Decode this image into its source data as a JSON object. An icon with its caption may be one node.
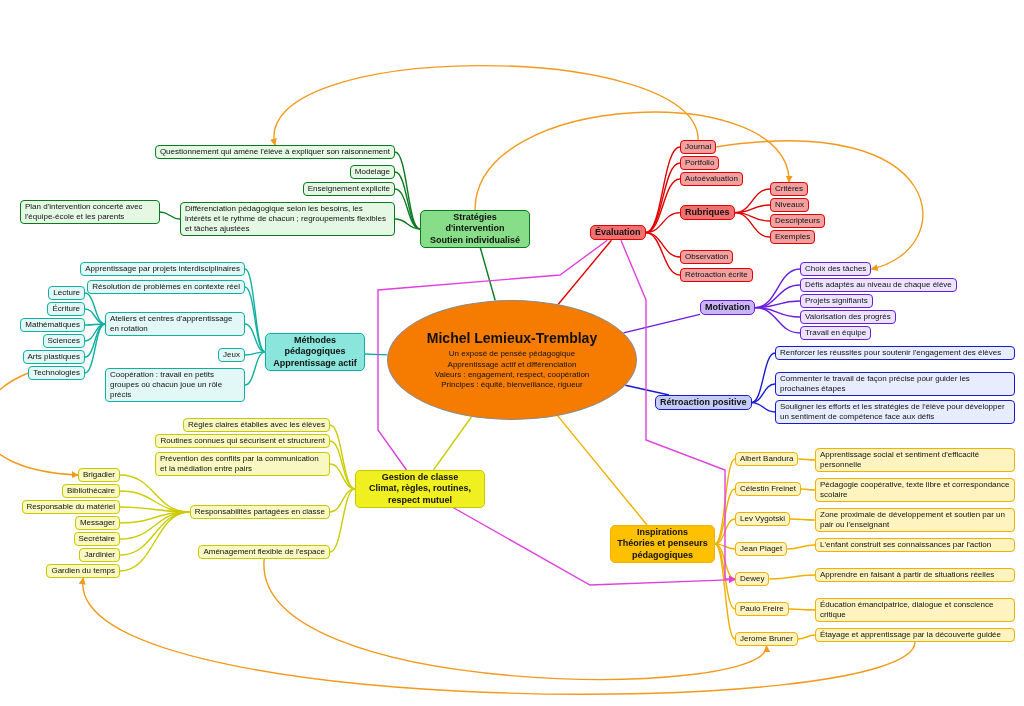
{
  "diagram": {
    "nodes": [
      {
        "text": [
          "Michel Lemieux-Tremblay",
          "Un exposé de pensée pédagogique",
          "Apprentissage actif et différenciation",
          "Valeurs : engagement, respect, coopération",
          "Principes : équité, bienveillance, rigueur"
        ]
      },
      {
        "text": [
          "Évaluation"
        ]
      },
      {
        "text": [
          "Journal"
        ]
      },
      {
        "text": [
          "Portfolio"
        ]
      },
      {
        "text": [
          "Autoévaluation"
        ]
      },
      {
        "text": [
          "Rubriques"
        ]
      },
      {
        "text": [
          "Critères"
        ]
      },
      {
        "text": [
          "Niveaux"
        ]
      },
      {
        "text": [
          "Descripteurs"
        ]
      },
      {
        "text": [
          "Exemples"
        ]
      },
      {
        "text": [
          "Observation"
        ]
      },
      {
        "text": [
          "Rétroaction écrite"
        ]
      },
      {
        "text": [
          "Motivation"
        ]
      },
      {
        "text": [
          "Choix des tâches"
        ]
      },
      {
        "text": [
          "Défis adaptés au niveau de chaque élève"
        ]
      },
      {
        "text": [
          "Projets signifiants"
        ]
      },
      {
        "text": [
          "Valorisation des progrès"
        ]
      },
      {
        "text": [
          "Travail en équipe"
        ]
      },
      {
        "text": [
          "Rétroaction positive"
        ]
      },
      {
        "text": [
          "Renforcer les réussites pour soutenir l'engagement des élèves"
        ]
      },
      {
        "text": [
          "Commenter le travail de façon précise pour guider les prochaines étapes"
        ]
      },
      {
        "text": [
          "Souligner les efforts et les stratégies de l'élève pour développer un sentiment de compétence face aux défis"
        ]
      },
      {
        "text": [
          "Inspirations",
          "Théories et penseurs pédagogiques"
        ]
      },
      {
        "text": [
          "Albert Bandura"
        ]
      },
      {
        "text": [
          "Apprentissage social et sentiment d'efficacité personnelle"
        ]
      },
      {
        "text": [
          "Célestin Freinet"
        ]
      },
      {
        "text": [
          "Pédagogie coopérative, texte libre et correspondance scolaire"
        ]
      },
      {
        "text": [
          "Lev Vygotski"
        ]
      },
      {
        "text": [
          "Zone proximale de développement et soutien par un pair ou l'enseignant"
        ]
      },
      {
        "text": [
          "Jean Piaget"
        ]
      },
      {
        "text": [
          "L'enfant construit ses connaissances par l'action"
        ]
      },
      {
        "text": [
          "Dewey"
        ]
      },
      {
        "text": [
          "Apprendre en faisant à partir de situations réelles"
        ]
      },
      {
        "text": [
          "Paulo Freire"
        ]
      },
      {
        "text": [
          "Éducation émancipatrice, dialogue et conscience critique"
        ]
      },
      {
        "text": [
          "Jerome Bruner"
        ]
      },
      {
        "text": [
          "Étayage et apprentissage par la découverte guidée"
        ]
      },
      {
        "text": [
          "Gestion de classe",
          "Climat, règles, routines, respect mutuel"
        ]
      },
      {
        "text": [
          "Règles claires établies avec les élèves"
        ]
      },
      {
        "text": [
          "Routines connues qui sécurisent et structurent"
        ]
      },
      {
        "text": [
          "Prévention des conflits par la communication et la médiation entre pairs"
        ]
      },
      {
        "text": [
          "Responsabilités partagées en classe"
        ]
      },
      {
        "text": [
          "Brigadier"
        ]
      },
      {
        "text": [
          "Bibliothécaire"
        ]
      },
      {
        "text": [
          "Responsable du matériel"
        ]
      },
      {
        "text": [
          "Messager"
        ]
      },
      {
        "text": [
          "Secrétaire"
        ]
      },
      {
        "text": [
          "Jardinier"
        ]
      },
      {
        "text": [
          "Gardien du temps"
        ]
      },
      {
        "text": [
          "Aménagement flexible de l'espace"
        ]
      },
      {
        "text": [
          "Stratégies d'intervention",
          "Soutien individualisé"
        ]
      },
      {
        "text": [
          "Questionnement qui amène l'élève à expliquer son raisonnement"
        ]
      },
      {
        "text": [
          "Modelage"
        ]
      },
      {
        "text": [
          "Enseignement explicite"
        ]
      },
      {
        "text": [
          "Différenciation pédagogique selon les besoins, les intérêts et le rythme de chacun ; regroupements flexibles et tâches ajustées"
        ]
      },
      {
        "text": [
          "Plan d'intervention concerté avec l'équipe-école et les parents"
        ]
      },
      {
        "text": [
          "Méthodes pédagogiques",
          "Apprentissage actif"
        ]
      },
      {
        "text": [
          "Apprentissage par projets interdisciplinaires"
        ]
      },
      {
        "text": [
          "Résolution de problèmes en contexte réel"
        ]
      },
      {
        "text": [
          "Ateliers et centres d'apprentissage en rotation"
        ]
      },
      {
        "text": [
          "Lecture"
        ]
      },
      {
        "text": [
          "Écriture"
        ]
      },
      {
        "text": [
          "Mathématiques"
        ]
      },
      {
        "text": [
          "Sciences"
        ]
      },
      {
        "text": [
          "Arts plastiques"
        ]
      },
      {
        "text": [
          "Technologies"
        ]
      },
      {
        "text": [
          "Jeux"
        ]
      },
      {
        "text": [
          "Coopération : travail en petits groupes où chacun joue un rôle précis"
        ]
      }
    ],
    "edges": [
      {
        "from": 0,
        "to": 1,
        "arrow": "none",
        "color": "#e00000"
      },
      {
        "from": 1,
        "to": 2,
        "arrow": "none",
        "color": "#e00000"
      },
      {
        "from": 1,
        "to": 3,
        "arrow": "none",
        "color": "#e00000"
      },
      {
        "from": 1,
        "to": 4,
        "arrow": "none",
        "color": "#e00000"
      },
      {
        "from": 1,
        "to": 5,
        "arrow": "none",
        "color": "#e00000"
      },
      {
        "from": 5,
        "to": 6,
        "arrow": "none",
        "color": "#e00000"
      },
      {
        "from": 5,
        "to": 7,
        "arrow": "none",
        "color": "#e00000"
      },
      {
        "from": 5,
        "to": 8,
        "arrow": "none",
        "color": "#e00000"
      },
      {
        "from": 5,
        "to": 9,
        "arrow": "none",
        "color": "#e00000"
      },
      {
        "from": 1,
        "to": 10,
        "arrow": "none",
        "color": "#e00000"
      },
      {
        "from": 1,
        "to": 11,
        "arrow": "none",
        "color": "#e00000"
      },
      {
        "from": 0,
        "to": 12,
        "arrow": "none",
        "color": "#6a1be0"
      },
      {
        "from": 12,
        "to": 13,
        "arrow": "none",
        "color": "#6a1be0"
      },
      {
        "from": 12,
        "to": 14,
        "arrow": "none",
        "color": "#6a1be0"
      },
      {
        "from": 12,
        "to": 15,
        "arrow": "none",
        "color": "#6a1be0"
      },
      {
        "from": 12,
        "to": 16,
        "arrow": "none",
        "color": "#6a1be0"
      },
      {
        "from": 12,
        "to": 17,
        "arrow": "none",
        "color": "#6a1be0"
      },
      {
        "from": 0,
        "to": 18,
        "arrow": "none",
        "color": "#1a1ad0"
      },
      {
        "from": 18,
        "to": 19,
        "arrow": "none",
        "color": "#1a1ad0"
      },
      {
        "from": 18,
        "to": 20,
        "arrow": "none",
        "color": "#1a1ad0"
      },
      {
        "from": 18,
        "to": 21,
        "arrow": "none",
        "color": "#1a1ad0"
      },
      {
        "from": 0,
        "to": 22,
        "arrow": "none",
        "color": "#f0b000"
      },
      {
        "from": 22,
        "to": 23,
        "arrow": "none",
        "color": "#f0b000"
      },
      {
        "from": 23,
        "to": 24,
        "arrow": "none",
        "color": "#f0b000"
      },
      {
        "from": 22,
        "to": 25,
        "arrow": "none",
        "color": "#f0b000"
      },
      {
        "from": 25,
        "to": 26,
        "arrow": "none",
        "color": "#f0b000"
      },
      {
        "from": 22,
        "to": 27,
        "arrow": "none",
        "color": "#f0b000"
      },
      {
        "from": 27,
        "to": 28,
        "arrow": "none",
        "color": "#f0b000"
      },
      {
        "from": 22,
        "to": 29,
        "arrow": "none",
        "color": "#f0b000"
      },
      {
        "from": 29,
        "to": 30,
        "arrow": "none",
        "color": "#f0b000"
      },
      {
        "from": 22,
        "to": 31,
        "arrow": "none",
        "color": "#f0b000"
      },
      {
        "from": 31,
        "to": 32,
        "arrow": "none",
        "color": "#f0b000"
      },
      {
        "from": 22,
        "to": 33,
        "arrow": "none",
        "color": "#f0b000"
      },
      {
        "from": 33,
        "to": 34,
        "arrow": "none",
        "color": "#f0b000"
      },
      {
        "from": 22,
        "to": 35,
        "arrow": "none",
        "color": "#f0b000"
      },
      {
        "from": 35,
        "to": 36,
        "arrow": "none",
        "color": "#f0b000"
      },
      {
        "from": 0,
        "to": 37,
        "arrow": "none",
        "color": "#cccc00"
      },
      {
        "from": 37,
        "to": 38,
        "arrow": "none",
        "color": "#cccc00"
      },
      {
        "from": 37,
        "to": 39,
        "arrow": "none",
        "color": "#cccc00"
      },
      {
        "from": 37,
        "to": 40,
        "arrow": "none",
        "color": "#cccc00"
      },
      {
        "from": 37,
        "to": 41,
        "arrow": "none",
        "color": "#cccc00"
      },
      {
        "from": 41,
        "to": 42,
        "arrow": "none",
        "color": "#cccc00"
      },
      {
        "from": 41,
        "to": 43,
        "arrow": "none",
        "color": "#cccc00"
      },
      {
        "from": 41,
        "to": 44,
        "arrow": "none",
        "color": "#cccc00"
      },
      {
        "from": 41,
        "to": 45,
        "arrow": "none",
        "color": "#cccc00"
      },
      {
        "from": 41,
        "to": 46,
        "arrow": "none",
        "color": "#cccc00"
      },
      {
        "from": 41,
        "to": 47,
        "arrow": "none",
        "color": "#cccc00"
      },
      {
        "from": 41,
        "to": 48,
        "arrow": "none",
        "color": "#cccc00"
      },
      {
        "from": 37,
        "to": 49,
        "arrow": "none",
        "color": "#cccc00"
      },
      {
        "from": 0,
        "to": 50,
        "arrow": "none",
        "color": "#0a7a20"
      },
      {
        "from": 50,
        "to": 51,
        "arrow": "none",
        "color": "#0a7a20"
      },
      {
        "from": 50,
        "to": 52,
        "arrow": "none",
        "color": "#0a7a20"
      },
      {
        "from": 50,
        "to": 53,
        "arrow": "none",
        "color": "#0a7a20"
      },
      {
        "from": 50,
        "to": 54,
        "arrow": "none",
        "color": "#0a7a20"
      },
      {
        "from": 54,
        "to": 55,
        "arrow": "none",
        "color": "#0a7a20"
      },
      {
        "from": 0,
        "to": 56,
        "arrow": "none",
        "color": "#10b0a0"
      },
      {
        "from": 56,
        "to": 57,
        "arrow": "none",
        "color": "#10b0a0"
      },
      {
        "from": 56,
        "to": 58,
        "arrow": "none",
        "color": "#10b0a0"
      },
      {
        "from": 56,
        "to": 59,
        "arrow": "none",
        "color": "#10b0a0"
      },
      {
        "from": 59,
        "to": 60,
        "arrow": "none",
        "color": "#10b0a0"
      },
      {
        "from": 59,
        "to": 61,
        "arrow": "none",
        "color": "#10b0a0"
      },
      {
        "from": 59,
        "to": 62,
        "arrow": "none",
        "color": "#10b0a0"
      },
      {
        "from": 59,
        "to": 63,
        "arrow": "none",
        "color": "#10b0a0"
      },
      {
        "from": 59,
        "to": 64,
        "arrow": "none",
        "color": "#10b0a0"
      },
      {
        "from": 59,
        "to": 65,
        "arrow": "none",
        "color": "#10b0a0"
      },
      {
        "from": 56,
        "to": 66,
        "arrow": "none",
        "color": "#10b0a0"
      },
      {
        "from": 56,
        "to": 67,
        "arrow": "none",
        "color": "#10b0a0"
      },
      {
        "from": 37,
        "to": 1,
        "arrow": "none",
        "color": "#e040e0"
      },
      {
        "from": 1,
        "to": 31,
        "arrow": "to",
        "color": "#e040e0"
      },
      {
        "from": 37,
        "to": 31,
        "arrow": "to",
        "color": "#e040e0"
      },
      {
        "from": 2,
        "to": 51,
        "arrow": "to"
      },
      {
        "from": 2,
        "to": 13,
        "arrow": "to"
      },
      {
        "from": 50,
        "to": 6,
        "arrow": "to"
      },
      {
        "from": 36,
        "to": 48,
        "arrow": "to"
      },
      {
        "from": 65,
        "to": 42,
        "arrow": "to"
      },
      {
        "from": 49,
        "to": 35,
        "arrow": "to"
      }
    ]
  }
}
